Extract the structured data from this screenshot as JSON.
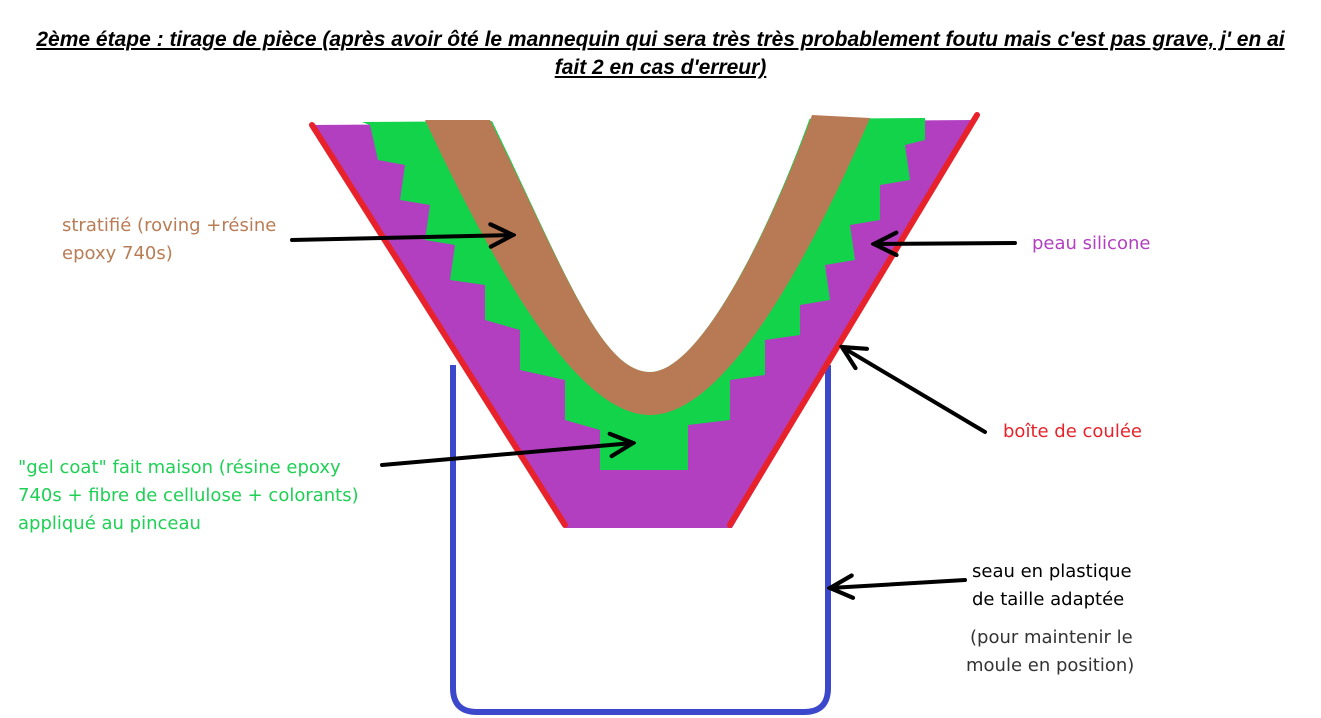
{
  "title": {
    "line1": "2ème étape : tirage de pièce (après avoir ôté le mannequin qui sera très très probablement foutu mais c'est pas grave, j' en ai",
    "line2": "fait 2 en cas d'erreur)"
  },
  "labels": {
    "stratifie": {
      "line1": "stratifié (roving +résine",
      "line2": "epoxy 740s)",
      "color": "#b97c55"
    },
    "peau": {
      "text": "peau silicone",
      "color": "#b23fc0"
    },
    "boite": {
      "text": "boîte de coulée",
      "color": "#e8222a"
    },
    "gelcoat": {
      "line1": "\"gel coat\" fait maison (résine epoxy",
      "line2": "740s + fibre de cellulose + colorants)",
      "line3": "appliqué au pinceau",
      "color": "#1fd055"
    },
    "seau": {
      "line1": "seau en plastique",
      "line2": "de taille adaptée"
    },
    "note": {
      "line1": "(pour maintenir le",
      "line2": "moule en position)"
    }
  },
  "colors": {
    "purple": "#b23fc0",
    "green": "#12d34a",
    "brown": "#b87a55",
    "red": "#e8222a",
    "blue": "#3b48cc"
  }
}
